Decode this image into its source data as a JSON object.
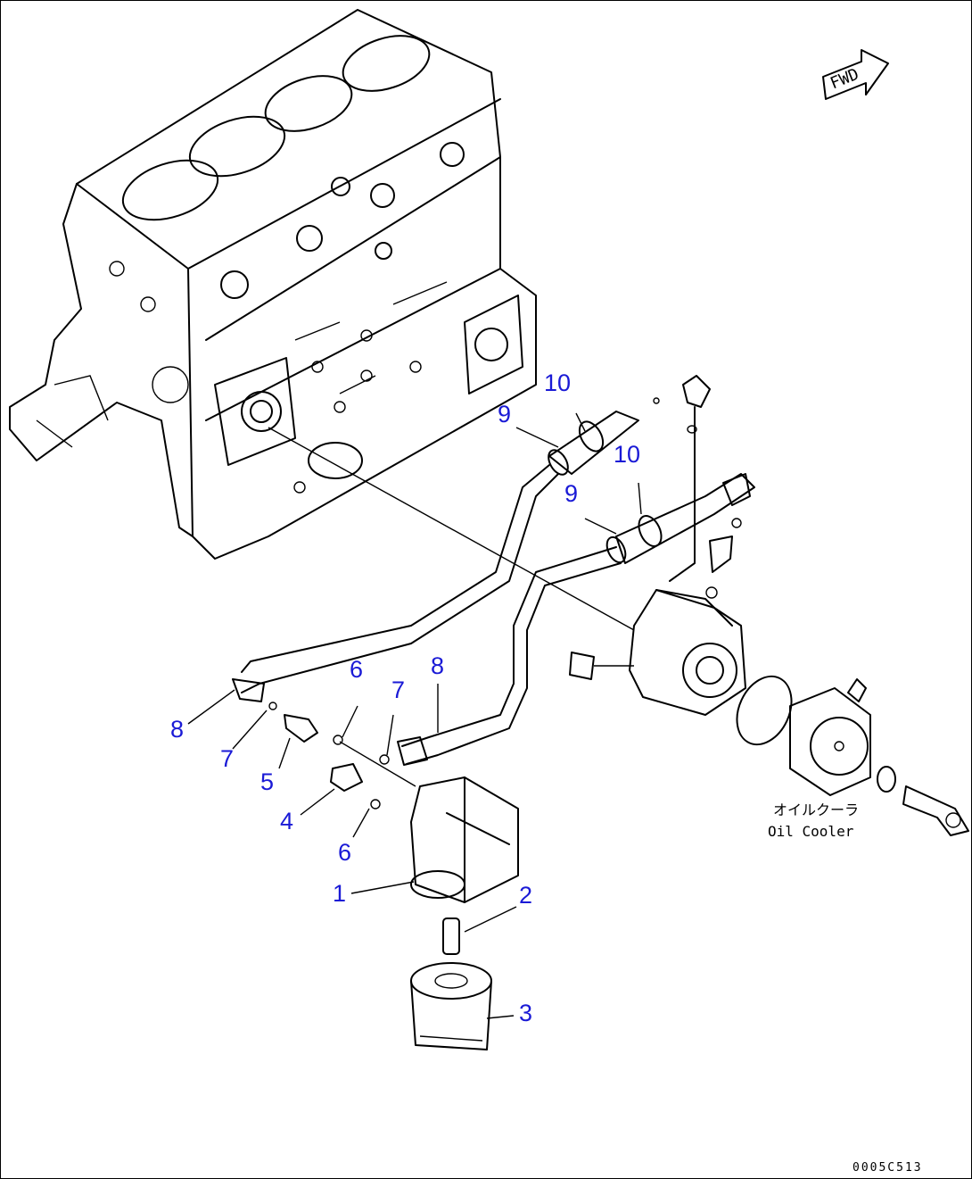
{
  "diagram": {
    "callouts": [
      {
        "id": "c10a",
        "text": "10"
      },
      {
        "id": "c9a",
        "text": "9"
      },
      {
        "id": "c10b",
        "text": "10"
      },
      {
        "id": "c9b",
        "text": "9"
      },
      {
        "id": "c6a",
        "text": "6"
      },
      {
        "id": "c8a",
        "text": "8"
      },
      {
        "id": "c7a",
        "text": "7"
      },
      {
        "id": "c8b",
        "text": "8"
      },
      {
        "id": "c7b",
        "text": "7"
      },
      {
        "id": "c5",
        "text": "5"
      },
      {
        "id": "c4",
        "text": "4"
      },
      {
        "id": "c6b",
        "text": "6"
      },
      {
        "id": "c1",
        "text": "1"
      },
      {
        "id": "c2",
        "text": "2"
      },
      {
        "id": "c3",
        "text": "3"
      }
    ],
    "fwd_label": "FWD",
    "oil_cooler_jp": "オイルクーラ",
    "oil_cooler_en": "Oil Cooler",
    "drawing_code": "0005C513",
    "callout_color": "#1a1ad6"
  }
}
